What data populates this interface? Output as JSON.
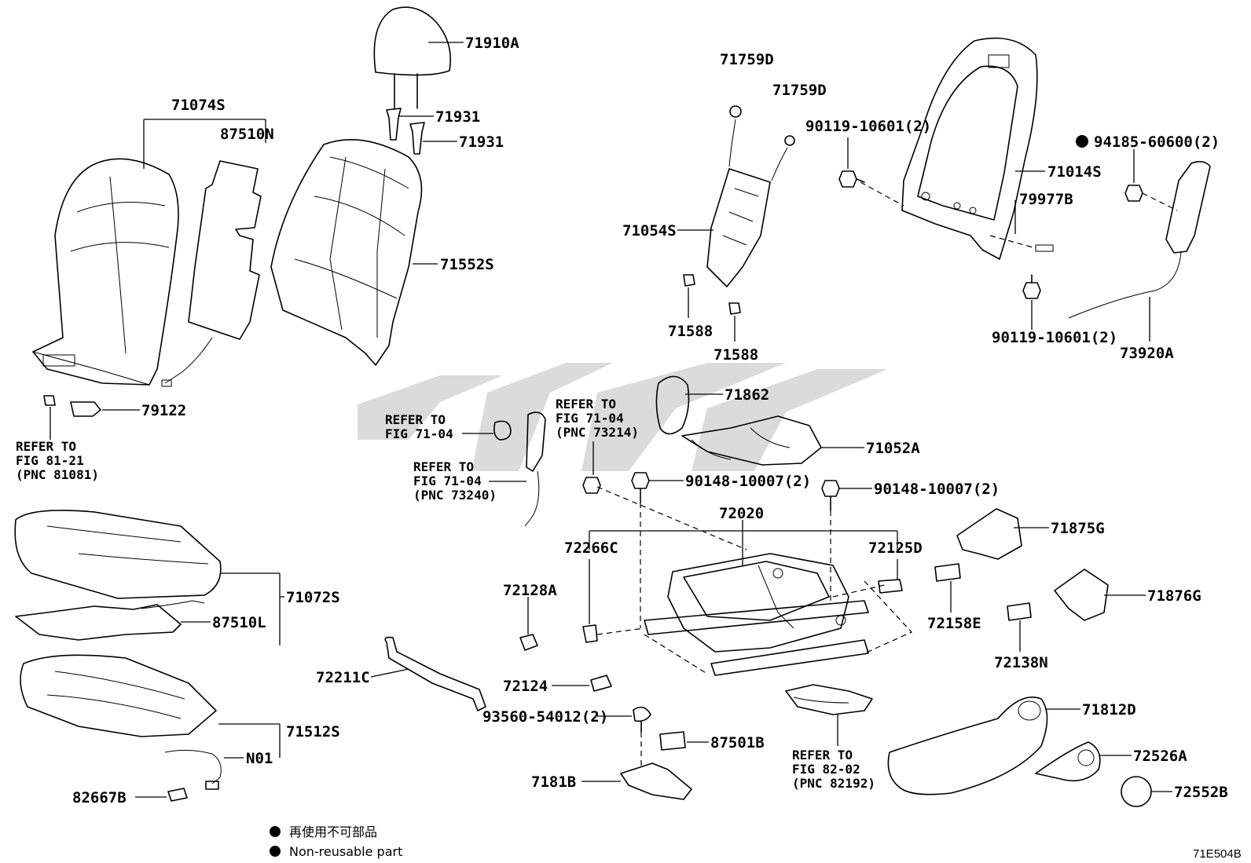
{
  "labels": {
    "p71910A": "71910A",
    "p71931a": "71931",
    "p71931b": "71931",
    "p71074S": "71074S",
    "p87510N": "87510N",
    "p71552S": "71552S",
    "p79122": "79122",
    "p71759Da": "71759D",
    "p71759Db": "71759D",
    "p71054S": "71054S",
    "p71588a": "71588",
    "p71588b": "71588",
    "p90119a": "90119-10601(2)",
    "p71014S": "71014S",
    "p79977B": "79977B",
    "p94185": "94185-60600(2)",
    "p90119b": "90119-10601(2)",
    "p73920A": "73920A",
    "p71862": "71862",
    "p71052A": "71052A",
    "p90148a": "90148-10007(2)",
    "p90148b": "90148-10007(2)",
    "p72020": "72020",
    "p72266C": "72266C",
    "p72125D": "72125D",
    "p71875G": "71875G",
    "p71876G": "71876G",
    "p72158E": "72158E",
    "p72138N": "72138N",
    "p72128A": "72128A",
    "p71072S": "71072S",
    "p87510L": "87510L",
    "p71512S": "71512S",
    "pN01": "N01",
    "p82667B": "82667B",
    "p72211C": "72211C",
    "p72124": "72124",
    "p93560": "93560-54012(2)",
    "p87501B": "87501B",
    "p7181B": "7181B",
    "p71812D": "71812D",
    "p72526A": "72526A",
    "p72552B": "72552B"
  },
  "refs": {
    "r1": [
      "REFER TO",
      "FIG 81-21",
      "(PNC 81081)"
    ],
    "r2": [
      "REFER TO",
      "FIG 71-04"
    ],
    "r3": [
      "REFER TO",
      "FIG 71-04",
      "(PNC 73214)"
    ],
    "r4": [
      "REFER TO",
      "FIG 71-04",
      "(PNC 73240)"
    ],
    "r5": [
      "REFER TO",
      "FIG 82-02",
      "(PNC 82192)"
    ]
  },
  "legend": {
    "jp": "再使用不可部品",
    "en": "Non-reusable part"
  },
  "figure_code": "71E504B"
}
